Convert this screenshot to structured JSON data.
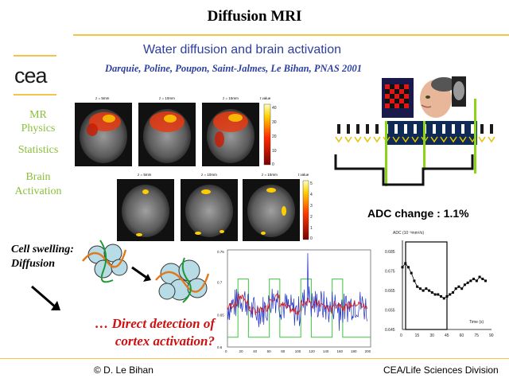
{
  "slide": {
    "title": "Diffusion MRI",
    "subtitle": "Water diffusion and brain activation",
    "authors": "Darquie, Poline, Poupon, Saint-Jalmes, Le Bihan, PNAS 2001",
    "logo_text": "cea",
    "sidebar": [
      "MR",
      "Physics",
      "Statistics",
      "Brain",
      "Activation"
    ],
    "cell_swelling": [
      "Cell swelling:",
      "Diffusion"
    ],
    "question": [
      "… Direct detection of",
      "cortex activation?"
    ],
    "adc_change": "ADC change : 1.1%",
    "footer_left": "© D. Le Bihan",
    "footer_right": "CEA/Life Sciences Division",
    "colors": {
      "title_blue": "#2c3f9e",
      "accent_yellow": "#f5c24a",
      "side_green": "#8bbf3a",
      "question_red": "#cc1111"
    }
  },
  "brain_maps": {
    "row1_labels": [
      "z = 5mm",
      "z = 10mm",
      "z = 15mm"
    ],
    "row2_labels": [
      "z = 5mm",
      "z = 10mm",
      "z = 15mm"
    ],
    "colorbar_title": "t value",
    "row1_ticks": [
      "40",
      "30",
      "20",
      "10",
      "0"
    ],
    "row2_ticks": [
      "5",
      "4",
      "3",
      "2",
      "1",
      "0"
    ]
  },
  "chart_data": [
    {
      "type": "line",
      "name_hint": "ADC time course",
      "ylabel": "ADC (10⁻³mm²/s)",
      "xlabel": "Time (s)",
      "x_ticks": [
        "0",
        "15",
        "30",
        "45",
        "60",
        "75",
        "90"
      ],
      "y_ticks": [
        "0.685",
        "0.675",
        "0.665",
        "0.655",
        "0.645"
      ],
      "xlim": [
        0,
        90
      ],
      "ylim": [
        0.645,
        0.69
      ],
      "stimulus_on": [
        0,
        45
      ],
      "x": [
        0,
        3,
        6,
        9,
        12,
        15,
        18,
        21,
        24,
        27,
        30,
        33,
        36,
        39,
        42,
        45,
        48,
        51,
        54,
        57,
        60,
        63,
        66,
        69,
        72,
        75,
        78,
        81,
        84
      ],
      "values": [
        0.677,
        0.679,
        0.677,
        0.674,
        0.67,
        0.667,
        0.666,
        0.665,
        0.666,
        0.665,
        0.664,
        0.663,
        0.663,
        0.662,
        0.661,
        0.662,
        0.663,
        0.664,
        0.666,
        0.667,
        0.666,
        0.668,
        0.669,
        0.67,
        0.671,
        0.67,
        0.672,
        0.671,
        0.67
      ]
    },
    {
      "type": "line",
      "name_hint": "diffusion signal trace",
      "x_ticks": [
        "0",
        "20",
        "40",
        "60",
        "80",
        "100",
        "120",
        "140",
        "160",
        "180",
        "200"
      ],
      "y_ticks": [
        "0.75",
        "0.7",
        "0.65",
        "0.6"
      ],
      "xlim": [
        0,
        205
      ],
      "ylim": [
        0.6,
        0.75
      ],
      "block_on": [
        [
          15,
          30
        ],
        [
          60,
          75
        ],
        [
          105,
          120
        ],
        [
          150,
          165
        ]
      ]
    }
  ]
}
